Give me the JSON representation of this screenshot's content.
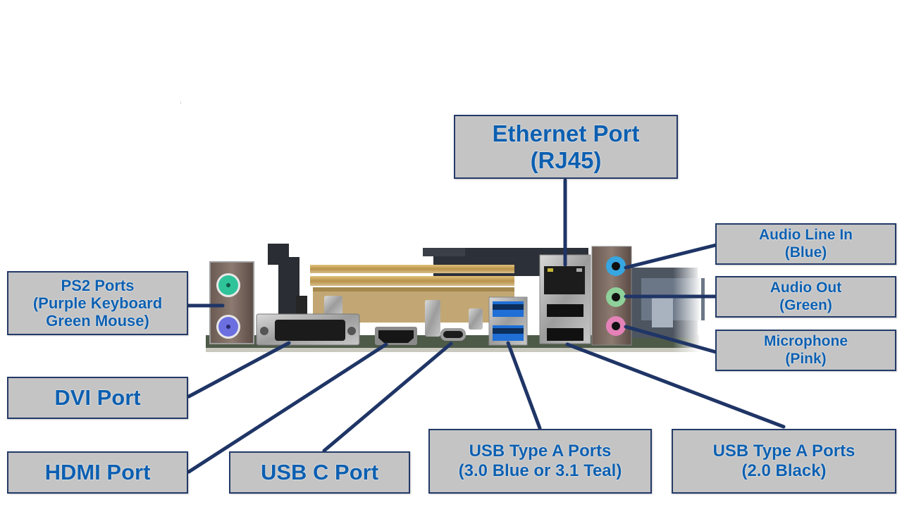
{
  "diagram": {
    "subject": "Motherboard rear I/O panel",
    "line_color": "#1f3566",
    "box_fill": "#c4c4c4",
    "text_color": "#0c5fb0"
  },
  "labels": {
    "ethernet": {
      "lines": [
        "Ethernet Port",
        "(RJ45)"
      ]
    },
    "audio_line_in": {
      "lines": [
        "Audio Line In",
        "(Blue)"
      ]
    },
    "audio_out": {
      "lines": [
        "Audio Out",
        "(Green)"
      ]
    },
    "microphone": {
      "lines": [
        "Microphone",
        "(Pink)"
      ]
    },
    "ps2": {
      "lines": [
        "PS2 Ports",
        "(Purple Keyboard",
        "Green Mouse)"
      ]
    },
    "dvi": {
      "lines": [
        "DVI Port"
      ]
    },
    "hdmi": {
      "lines": [
        "HDMI Port"
      ]
    },
    "usb_c": {
      "lines": [
        "USB C Port"
      ]
    },
    "usb_a_30": {
      "lines": [
        "USB Type A Ports",
        "(3.0 Blue or 3.1 Teal)"
      ]
    },
    "usb_a_20": {
      "lines": [
        "USB Type A Ports",
        "(2.0 Black)"
      ]
    }
  },
  "port_colors": {
    "ps2_mouse": "#2fc39a",
    "ps2_keyboard": "#6b6fe0",
    "usb3": "#1f6fd6",
    "audio_line_in": "#37a6e0",
    "audio_out": "#8fd19a",
    "microphone": "#e482b8",
    "heatsink": "#c9a45a"
  }
}
